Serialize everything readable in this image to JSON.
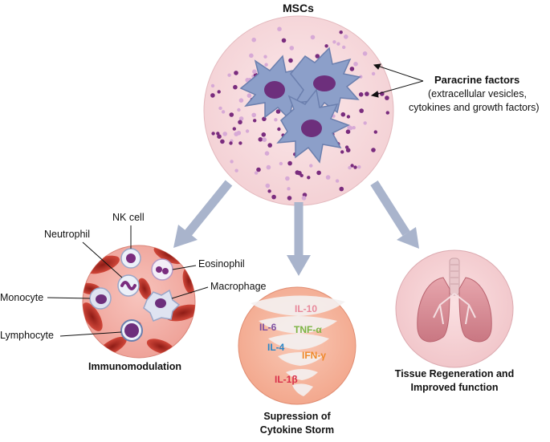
{
  "diagram": {
    "title": "MSCs",
    "paracrine": {
      "title": "Paracrine factors",
      "line1": "(extracellular vesicles,",
      "line2": "cytokines and growth factors)"
    },
    "immuno": {
      "caption": "Immunomodulation",
      "cells": {
        "nk": "NK cell",
        "neutrophil": "Neutrophil",
        "eosinophil": "Eosinophil",
        "monocyte": "Monocyte",
        "macrophage": "Macrophage",
        "lymphocyte": "Lymphocyte"
      }
    },
    "storm": {
      "caption_line1": "Supression of",
      "caption_line2": "Cytokine Storm",
      "cytokines": [
        {
          "name": "IL-10",
          "color": "#e8889a"
        },
        {
          "name": "IL-6",
          "color": "#7d4fa0"
        },
        {
          "name": "TNF-α",
          "color": "#7cb342"
        },
        {
          "name": "IL-4",
          "color": "#2a86c7"
        },
        {
          "name": "IFN-γ",
          "color": "#f0892a"
        },
        {
          "name": "IL-1β",
          "color": "#d9304a"
        }
      ]
    },
    "tissue": {
      "caption_line1": "Tissue Regeneration and",
      "caption_line2": "Improved function"
    },
    "colors": {
      "circle_fill": "#f6d9dc",
      "vesicle_dark": "#7a2c7e",
      "vesicle_light": "#d7a9d6",
      "msc_cell": "#8c9fc9",
      "nucleus": "#6d2f7c",
      "arrow": "#a9b4cc",
      "rbc": "#c0392b",
      "lung": "#d98b96"
    }
  }
}
